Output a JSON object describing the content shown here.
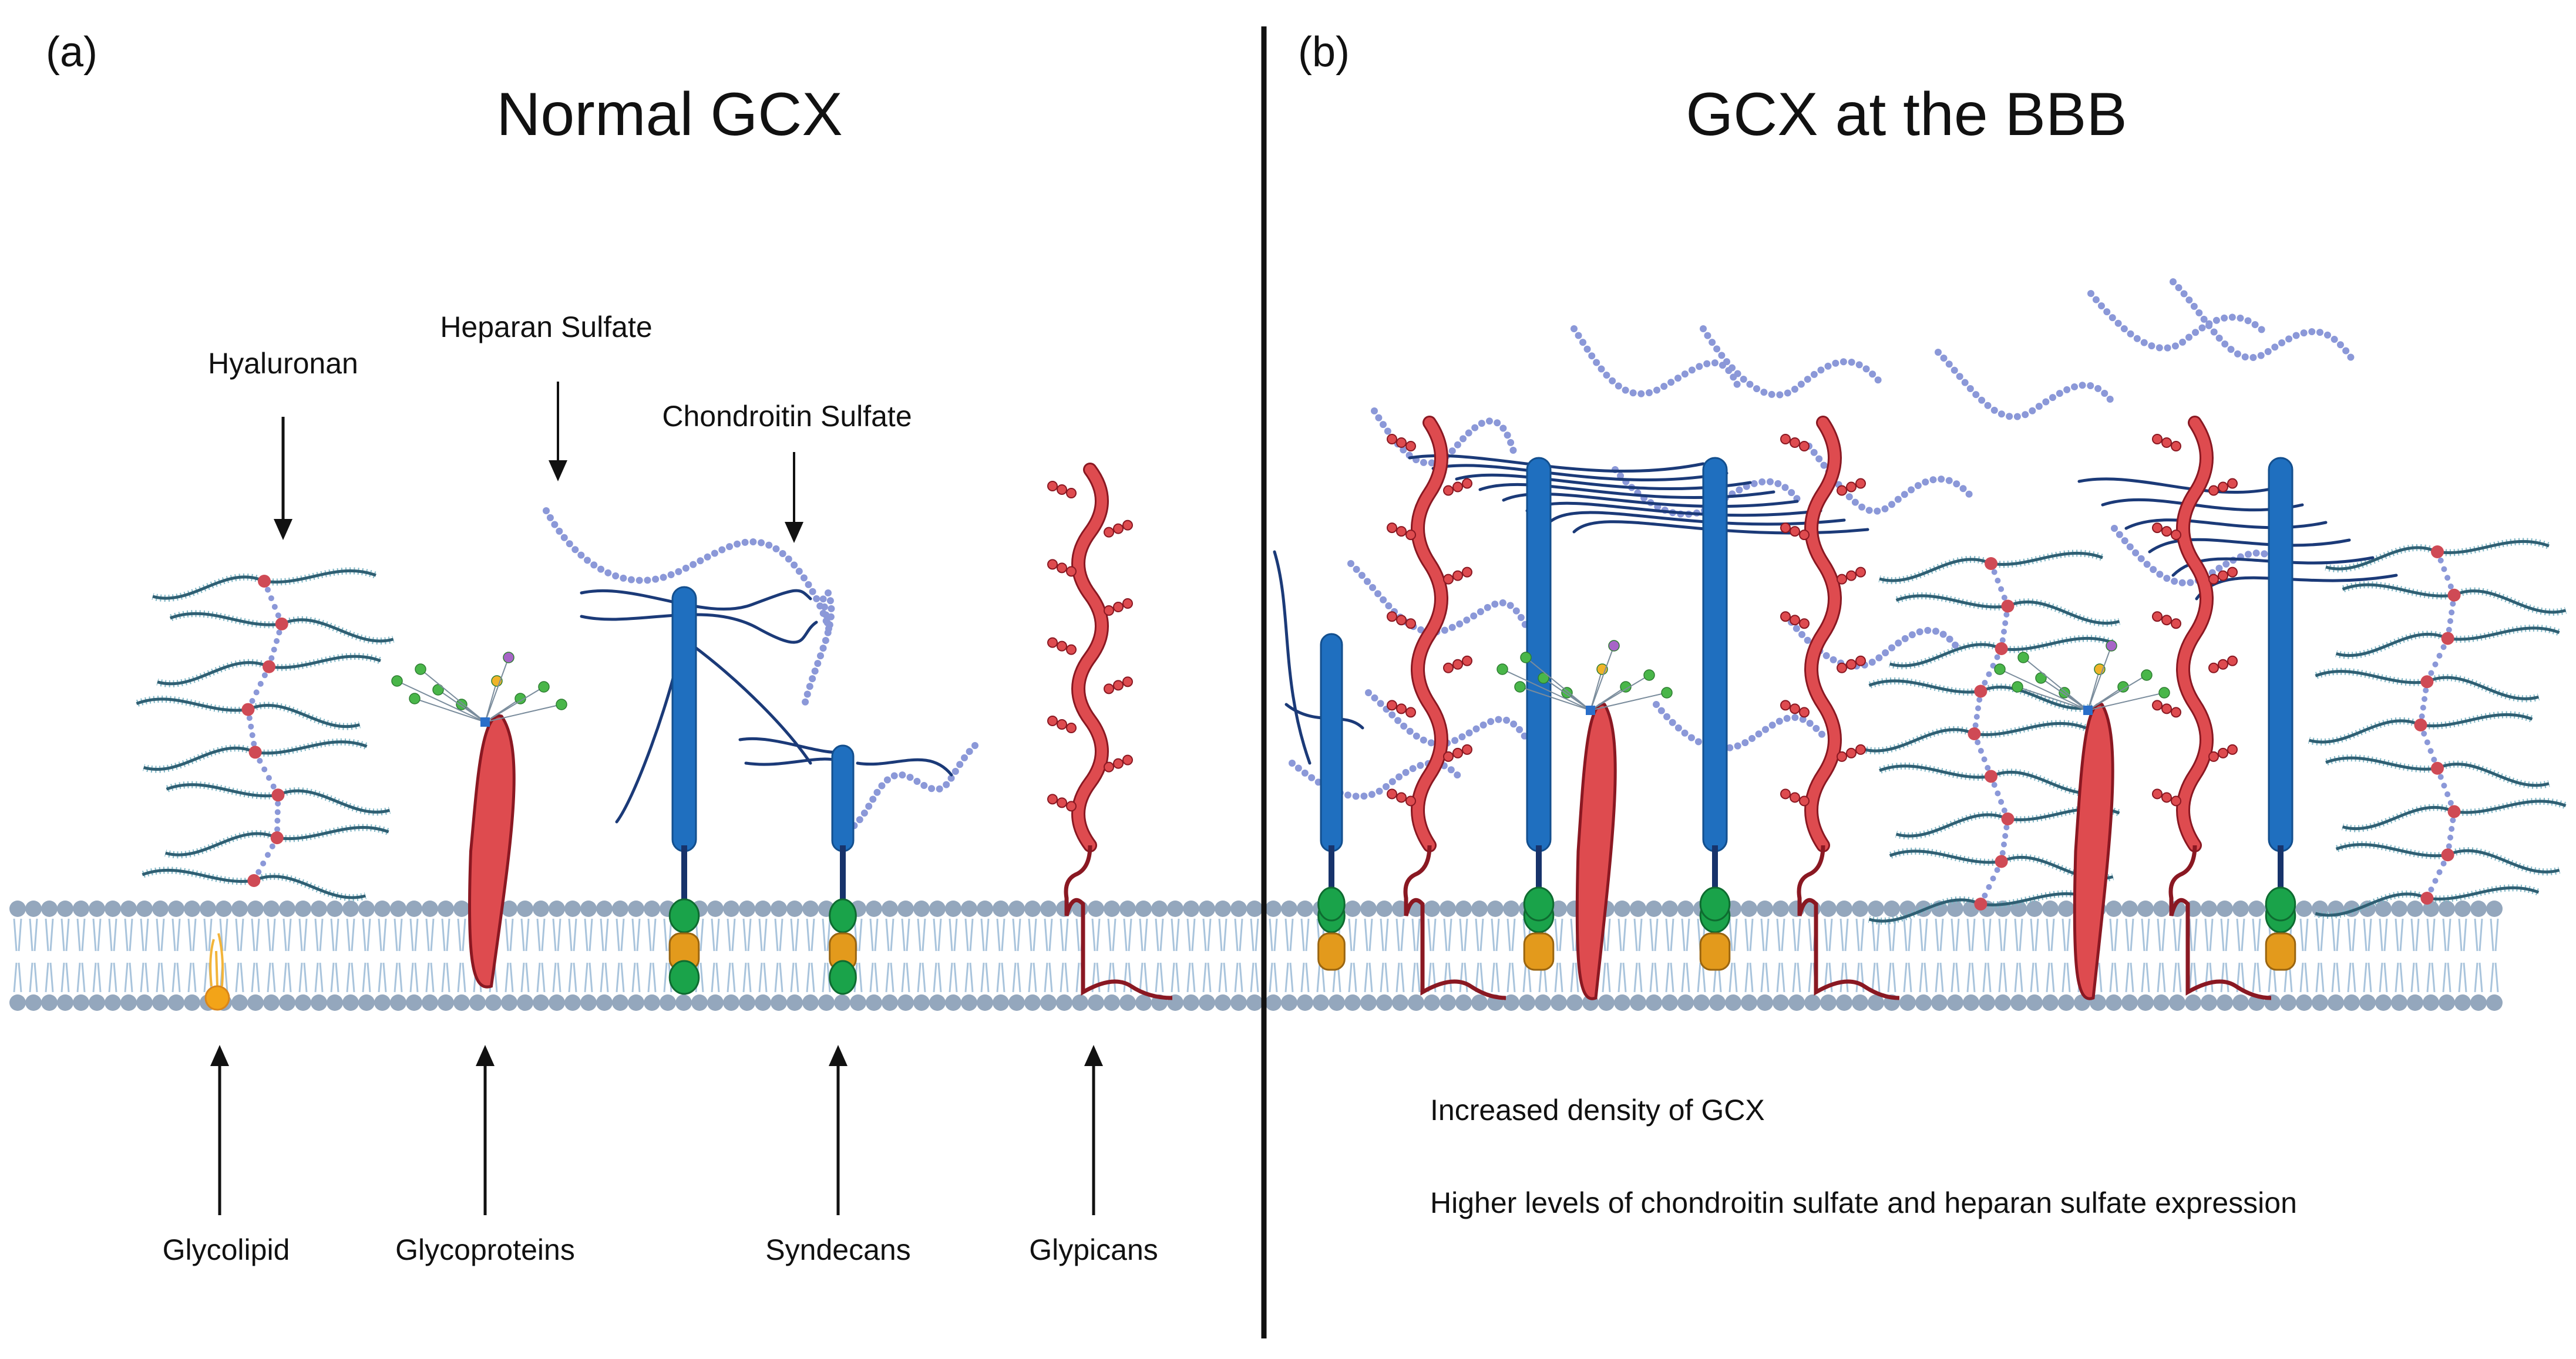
{
  "panel_a": {
    "letter": "(a)",
    "title": "Normal GCX",
    "labels": {
      "hyaluronan": "Hyaluronan",
      "heparan_sulfate": "Heparan Sulfate",
      "chondroitin_sulfate": "Chondroitin Sulfate",
      "glycolipid": "Glycolipid",
      "glycoproteins": "Glycoproteins",
      "syndecans": "Syndecans",
      "glypicans": "Glypicans"
    }
  },
  "panel_b": {
    "letter": "(b)",
    "title": "GCX at the BBB",
    "notes": [
      "Increased density of GCX",
      "Higher levels of chondroitin sulfate and heparan sulfate expression"
    ]
  },
  "colors": {
    "membrane_head": "#94a7bd",
    "membrane_tail": "#a9c4dc",
    "hyaluronan_strand": "#2f5f73",
    "hyaluronan_fringe": "#7fb7c6",
    "hyaluronan_node": "#cf4a55",
    "bead_chain": "#8b98d8",
    "protein_red": "#de4b4f",
    "protein_dark": "#8a1822",
    "core_blue": "#1f6fbf",
    "chondroitin_chain": "#1b3a78",
    "domain_green": "#1aa34a",
    "domain_orange": "#e39a1c",
    "glycan_green": "#49b649",
    "divider": "#111111"
  }
}
